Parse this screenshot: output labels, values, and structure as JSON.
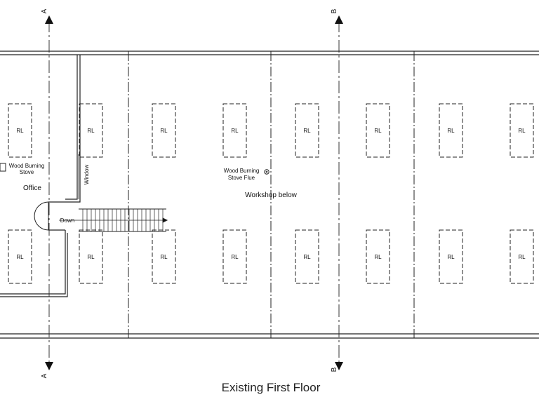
{
  "title": "Existing First Floor",
  "section_markers": {
    "a": "A",
    "b": "B"
  },
  "rooflight_label": "RL",
  "labels": {
    "office": "Office",
    "wood_burning_stove": [
      "Wood Burning",
      "Stove"
    ],
    "window": "Window",
    "down": "Down",
    "wood_burning_stove_flue": [
      "Wood Burning",
      "Stove Flue"
    ],
    "workshop": "Workshop below"
  },
  "rooflight_count": 16
}
